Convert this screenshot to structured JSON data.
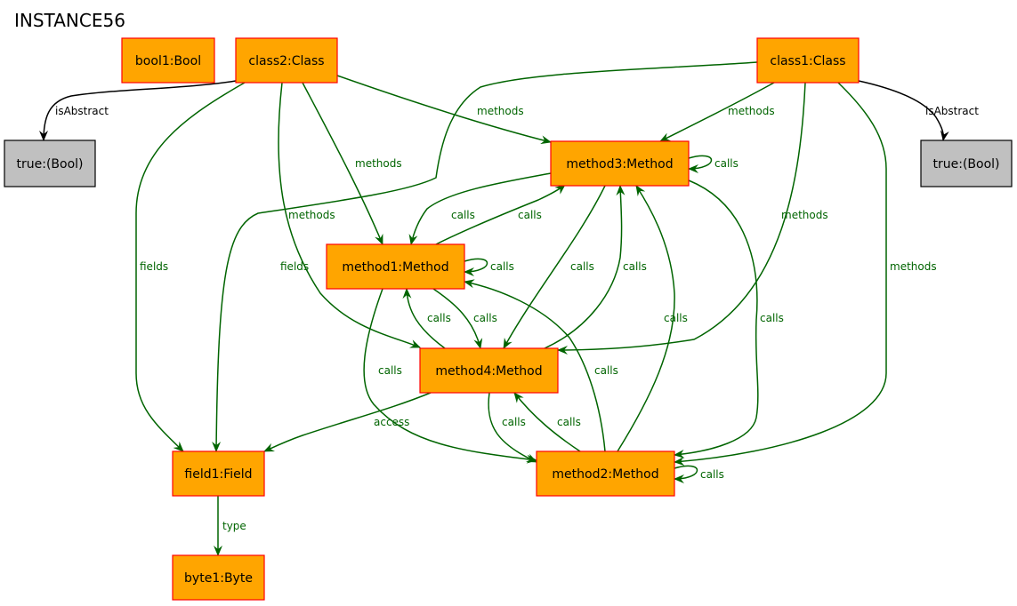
{
  "title": "INSTANCE56",
  "colors": {
    "node_fill": "#ffa500",
    "node_border": "#ff0000",
    "bool_fill": "#c0c0c0",
    "bool_border": "#000000",
    "edge_green": "#006400",
    "edge_black": "#000000",
    "label_green": "#006400"
  },
  "nodes": {
    "bool1": {
      "label": "bool1:Bool",
      "style": "object"
    },
    "class2": {
      "label": "class2:Class",
      "style": "object"
    },
    "class1": {
      "label": "class1:Class",
      "style": "object"
    },
    "true_left": {
      "label": "true:(Bool)",
      "style": "value"
    },
    "true_right": {
      "label": "true:(Bool)",
      "style": "value"
    },
    "method3": {
      "label": "method3:Method",
      "style": "object"
    },
    "method1": {
      "label": "method1:Method",
      "style": "object"
    },
    "method4": {
      "label": "method4:Method",
      "style": "object"
    },
    "method2": {
      "label": "method2:Method",
      "style": "object"
    },
    "field1": {
      "label": "field1:Field",
      "style": "object"
    },
    "byte1": {
      "label": "byte1:Byte",
      "style": "object"
    }
  },
  "edges": [
    {
      "id": "class2-true",
      "source": "class2",
      "target": "true_left",
      "label": "isAbstract",
      "color": "black"
    },
    {
      "id": "class1-true",
      "source": "class1",
      "target": "true_right",
      "label": "isAbstract",
      "color": "black"
    },
    {
      "id": "class2-method3",
      "source": "class2",
      "target": "method3",
      "label": "methods",
      "color": "green"
    },
    {
      "id": "class2-method1",
      "source": "class2",
      "target": "method1",
      "label": "methods",
      "color": "green"
    },
    {
      "id": "class2-method4",
      "source": "class2",
      "target": "method4",
      "label": "methods",
      "color": "green"
    },
    {
      "id": "class2-field1",
      "source": "class2",
      "target": "field1",
      "label": "fields",
      "color": "green"
    },
    {
      "id": "class1-method3",
      "source": "class1",
      "target": "method3",
      "label": "methods",
      "color": "green"
    },
    {
      "id": "class1-method4",
      "source": "class1",
      "target": "method4",
      "label": "methods",
      "color": "green"
    },
    {
      "id": "class1-method2",
      "source": "class1",
      "target": "method2",
      "label": "methods",
      "color": "green"
    },
    {
      "id": "class1-field1",
      "source": "class1",
      "target": "field1",
      "label": "fields",
      "color": "green"
    },
    {
      "id": "method3-self",
      "source": "method3",
      "target": "method3",
      "label": "calls",
      "color": "green"
    },
    {
      "id": "method3-method1",
      "source": "method3",
      "target": "method1",
      "label": "calls",
      "color": "green"
    },
    {
      "id": "method1-method3",
      "source": "method1",
      "target": "method3",
      "label": "calls",
      "color": "green"
    },
    {
      "id": "method3-method4",
      "source": "method3",
      "target": "method4",
      "label": "calls",
      "color": "green"
    },
    {
      "id": "method4-method3",
      "source": "method4",
      "target": "method3",
      "label": "calls",
      "color": "green"
    },
    {
      "id": "method3-method2",
      "source": "method3",
      "target": "method2",
      "label": "calls",
      "color": "green"
    },
    {
      "id": "method2-method3",
      "source": "method2",
      "target": "method3",
      "label": "calls",
      "color": "green"
    },
    {
      "id": "method1-self",
      "source": "method1",
      "target": "method1",
      "label": "calls",
      "color": "green"
    },
    {
      "id": "method4-method1",
      "source": "method4",
      "target": "method1",
      "label": "calls",
      "color": "green"
    },
    {
      "id": "method1-method4",
      "source": "method1",
      "target": "method4",
      "label": "calls",
      "color": "green"
    },
    {
      "id": "method1-method2",
      "source": "method1",
      "target": "method2",
      "label": "calls",
      "color": "green"
    },
    {
      "id": "method2-method1",
      "source": "method2",
      "target": "method1",
      "label": "calls",
      "color": "green"
    },
    {
      "id": "method4-method2",
      "source": "method4",
      "target": "method2",
      "label": "calls",
      "color": "green"
    },
    {
      "id": "method2-method4",
      "source": "method2",
      "target": "method4",
      "label": "calls",
      "color": "green"
    },
    {
      "id": "method2-self",
      "source": "method2",
      "target": "method2",
      "label": "calls",
      "color": "green"
    },
    {
      "id": "method4-field1",
      "source": "method4",
      "target": "field1",
      "label": "access",
      "color": "green"
    },
    {
      "id": "field1-byte1",
      "source": "field1",
      "target": "byte1",
      "label": "type",
      "color": "green"
    }
  ]
}
